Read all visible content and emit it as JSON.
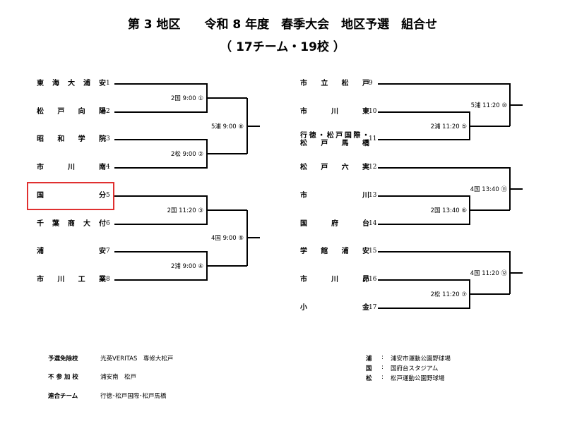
{
  "title": "第 3 地区　　令和 8 年度　春季大会　地区予選　組合せ",
  "subtitle": "（ 17チーム・19校 ）",
  "teams": [
    {
      "name": "東海大浦安",
      "num": "1"
    },
    {
      "name": "松戸向陽",
      "num": "2"
    },
    {
      "name": "昭和学院",
      "num": "3"
    },
    {
      "name": "市川南",
      "num": "4"
    },
    {
      "name": "国分",
      "num": "5"
    },
    {
      "name": "千葉商大付",
      "num": "6"
    },
    {
      "name": "浦安",
      "num": "7"
    },
    {
      "name": "市川工業",
      "num": "8"
    },
    {
      "name": "市立松戸",
      "num": "9"
    },
    {
      "name": "市川東",
      "num": "10"
    },
    {
      "name": "行徳・松戸国際・",
      "name2": "松戸馬橋",
      "num": "11"
    },
    {
      "name": "松戸六実",
      "num": "12"
    },
    {
      "name": "市川",
      "num": "13"
    },
    {
      "name": "国府台",
      "num": "14"
    },
    {
      "name": "学館浦安",
      "num": "15"
    },
    {
      "name": "市川昴",
      "num": "16"
    },
    {
      "name": "小金",
      "num": "17"
    }
  ],
  "games": {
    "g1": "2国 9:00 ①",
    "g2": "2松 9:00 ②",
    "g3": "2国 11:20 ③",
    "g4": "2浦 9:00 ④",
    "g5": "2浦 11:20 ⑤",
    "g6": "2国 13:40 ⑥",
    "g7": "2松 11:20 ⑦",
    "g8": "5浦 9:00 ⑧",
    "g9": "4国 9:00 ⑨",
    "g10": "5浦 11:20 ⑩",
    "g11": "4国 13:40 ⑪",
    "g12": "4国 11:20 ⑫"
  },
  "notes": [
    {
      "key": "予選免除校",
      "value": "光英VERITAS　専修大松戸"
    },
    {
      "key": "不 参 加 校",
      "value": "浦安南　松戸"
    },
    {
      "key": "連合チーム",
      "value": "行徳･松戸国際･松戸馬橋"
    }
  ],
  "venues": [
    {
      "key": "浦",
      "value": "浦安市運動公園野球場"
    },
    {
      "key": "国",
      "value": "国府台スタジアム"
    },
    {
      "key": "松",
      "value": "松戸運動公園野球場"
    }
  ],
  "colors": {
    "highlight": "#e03030"
  }
}
